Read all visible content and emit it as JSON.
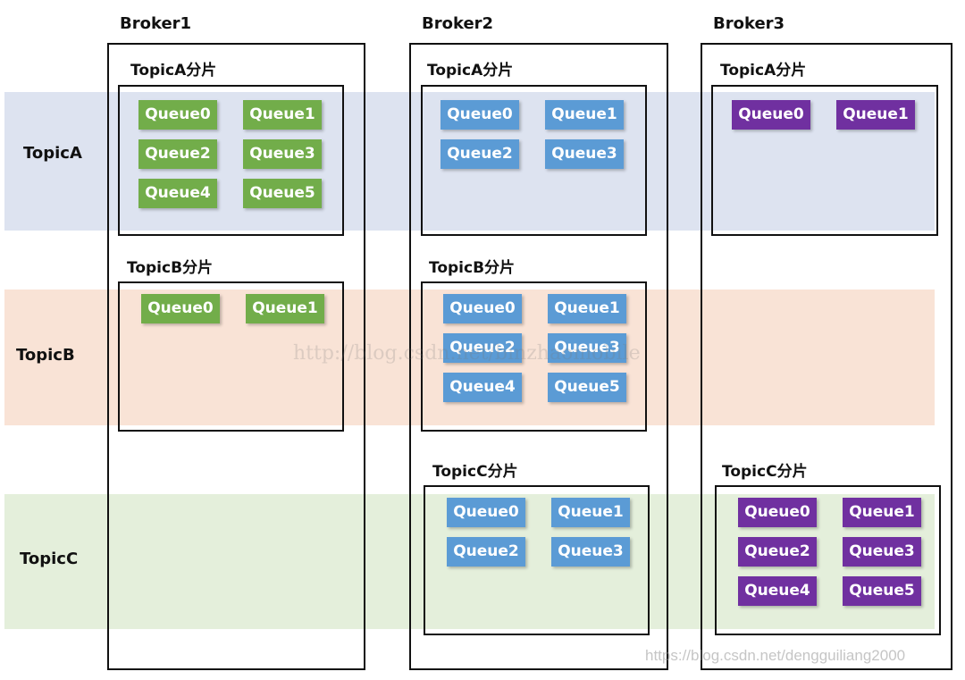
{
  "rows": {
    "a": "TopicA",
    "b": "TopicB",
    "c": "TopicC"
  },
  "brokers": [
    "Broker1",
    "Broker2",
    "Broker3"
  ],
  "shards": {
    "a": "TopicA分片",
    "b": "TopicB分片",
    "c": "TopicC分片"
  },
  "queues": [
    "Queue0",
    "Queue1",
    "Queue2",
    "Queue3",
    "Queue4",
    "Queue5"
  ],
  "watermarks": {
    "center": "http://blog.csdn.net/binzhaomobile",
    "corner": "https://blog.csdn.net/dengguiliang2000"
  },
  "colors": {
    "broker1_queue": "#72ad4a",
    "broker2_queue": "#5b9bd5",
    "broker3_queue": "#7030a0",
    "topicA_band": "#dde3f0",
    "topicB_band": "#f9e3d6",
    "topicC_band": "#e4efdb"
  }
}
